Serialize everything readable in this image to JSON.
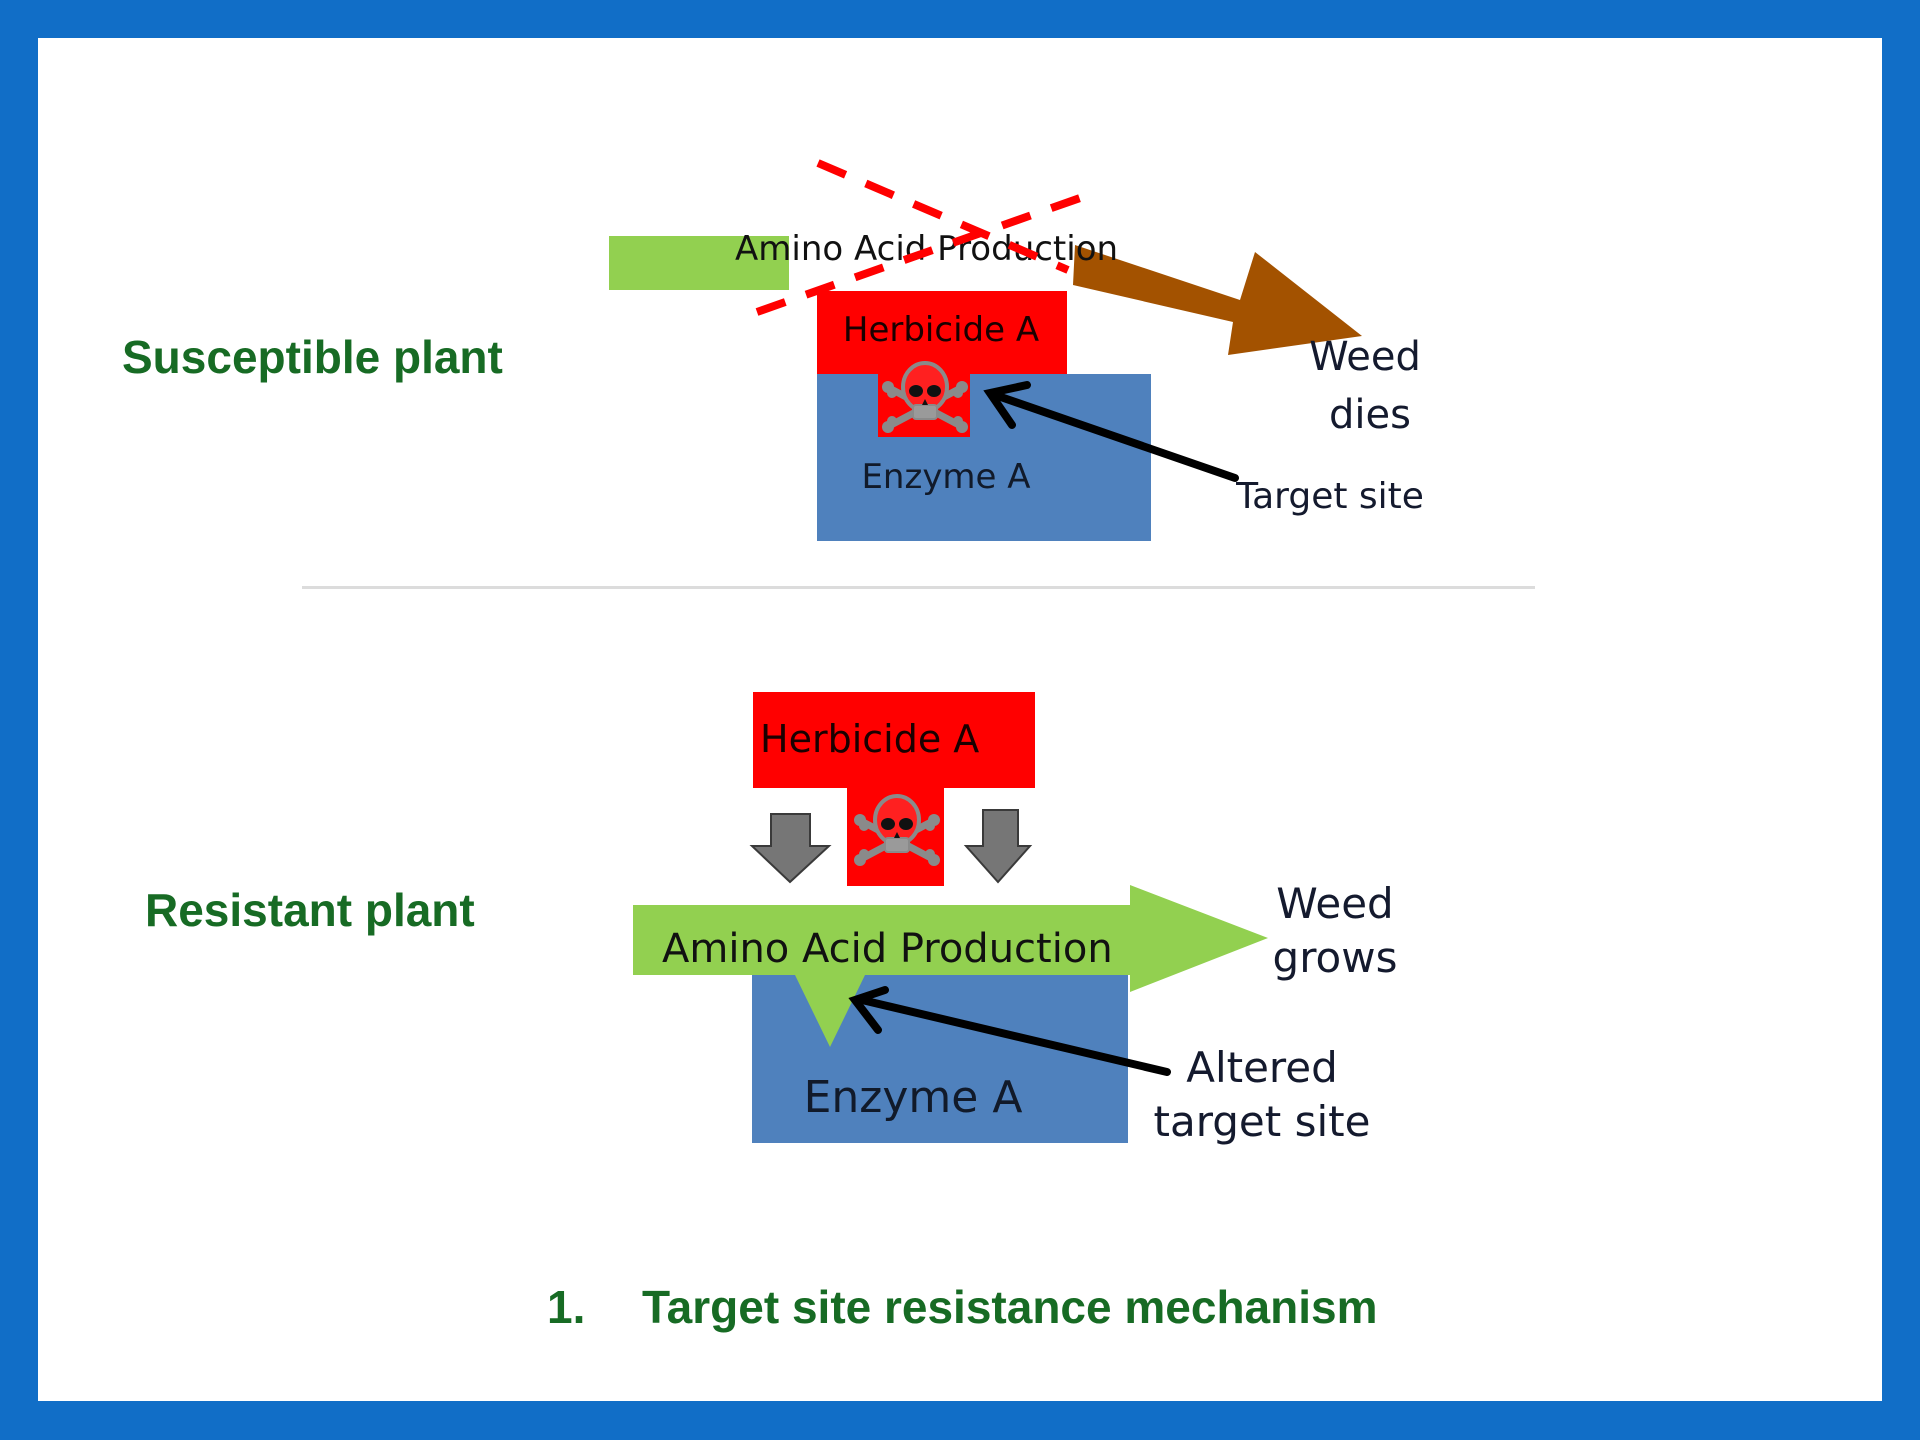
{
  "slide": {
    "border_color": "#116ec7",
    "background_color": "#ffffff",
    "label_color": "#176b24"
  },
  "susceptible": {
    "label": "Susceptible plant",
    "amino_acid_label": "Amino Acid Production",
    "herbicide_label": "Herbicide  A",
    "enzyme_label": "Enzyme A",
    "outcome_line1": "Weed",
    "outcome_line2": "dies",
    "pointer_label": "Target site",
    "blocked_marker": "dashed-red-x",
    "colors": {
      "amino_acid": "#92d050",
      "herbicide": "#ff0000",
      "enzyme": "#4f81bd",
      "outcome_arrow": "#a35200",
      "cross_out": "#ff0000"
    }
  },
  "resistant": {
    "label": "Resistant plant",
    "amino_acid_label": "Amino Acid Production",
    "herbicide_label": "Herbicide  A",
    "enzyme_label": "Enzyme A",
    "outcome_line1": "Weed",
    "outcome_line2": "grows",
    "pointer_label_line1": "Altered",
    "pointer_label_line2": "target site",
    "colors": {
      "amino_acid": "#92d050",
      "herbicide": "#ff0000",
      "enzyme": "#4f81bd",
      "down_arrows": "#767676"
    }
  },
  "caption": {
    "number": "1.",
    "text": "Target site resistance mechanism"
  },
  "icons": {
    "poison": "skull-and-crossbones"
  }
}
